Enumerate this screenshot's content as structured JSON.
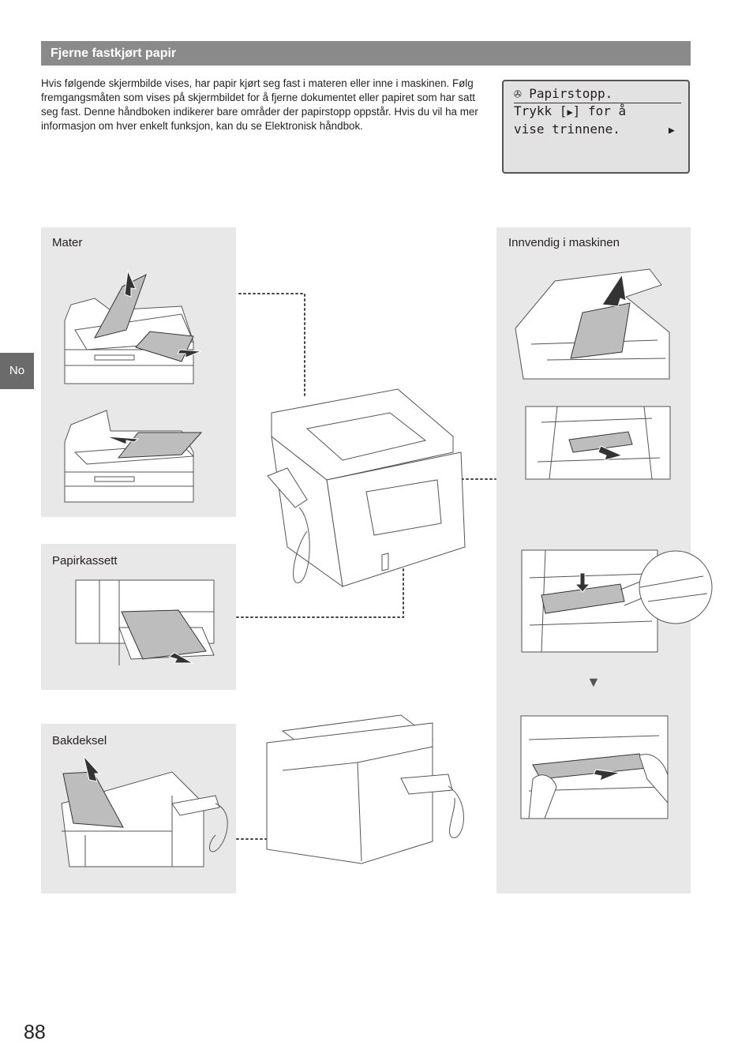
{
  "header": {
    "title": "Fjerne fastkjørt papir"
  },
  "intro": {
    "text": "Hvis følgende skjermbilde vises, har papir kjørt seg fast i materen eller inne i maskinen. Følg fremgangsmåten som vises på skjermbildet for å fjerne dokumentet eller papiret som har satt seg fast. Denne håndboken indikerer bare områder der papirstopp oppstår. Hvis du vil ha mer informasjon om hver enkelt funksjon, kan du se Elektronisk håndbok."
  },
  "lcd": {
    "line1": "Papirstopp.",
    "line2_a": "Trykk [",
    "line2_b": "] for å",
    "line3": "vise trinnene.",
    "icon": "paper-jam-icon"
  },
  "panels": {
    "mater": "Mater",
    "papirkassett": "Papirkassett",
    "bakdeksel": "Bakdeksel",
    "innvendig": "Innvendig i maskinen"
  },
  "side_tab": "No",
  "page_number": "88"
}
